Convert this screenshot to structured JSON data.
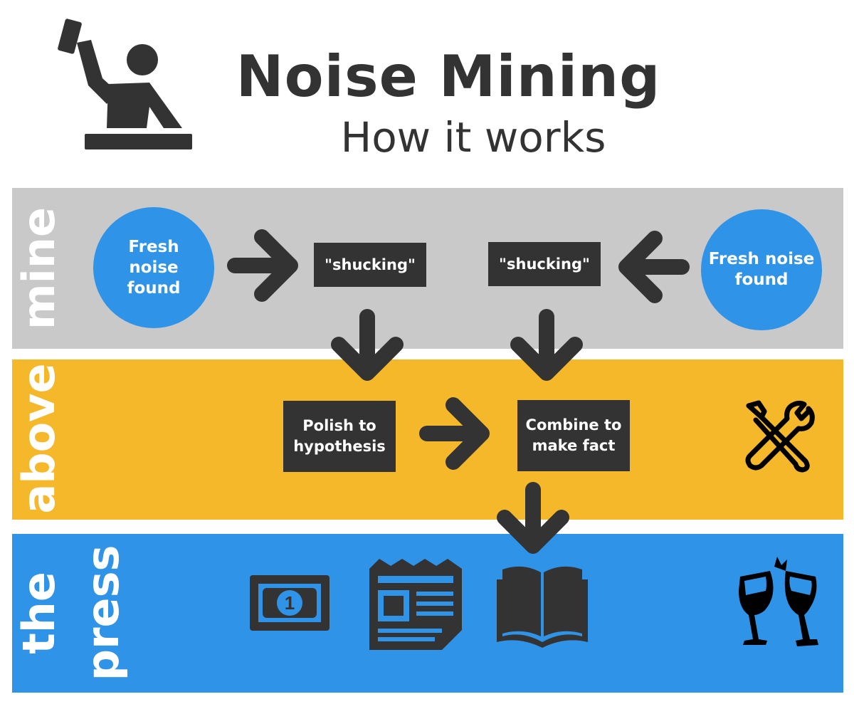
{
  "header": {
    "title": "Noise Mining",
    "subtitle": "How it works"
  },
  "bands": {
    "mine": {
      "label": "mine",
      "color": "#c9c9c9"
    },
    "above": {
      "label": "above",
      "color": "#f5b82a"
    },
    "press": {
      "label_line1": "the",
      "label_line2": "press",
      "color": "#2f93e8"
    }
  },
  "nodes": {
    "fresh_noise_left": "Fresh noise found",
    "fresh_noise_right": "Fresh noise found",
    "shucking_left": "\"shucking\"",
    "shucking_right": "\"shucking\"",
    "polish": "Polish to hypothesis",
    "combine": "Combine to make fact"
  },
  "icons": {
    "header": "miner-with-hammer-icon",
    "above": "tools-wrench-screwdriver-icon",
    "press": [
      "money-bill-icon",
      "newspaper-icon",
      "open-book-icon",
      "champagne-toast-icon"
    ]
  },
  "colors": {
    "dark": "#333333",
    "blue": "#2f93e8",
    "white": "#ffffff"
  }
}
